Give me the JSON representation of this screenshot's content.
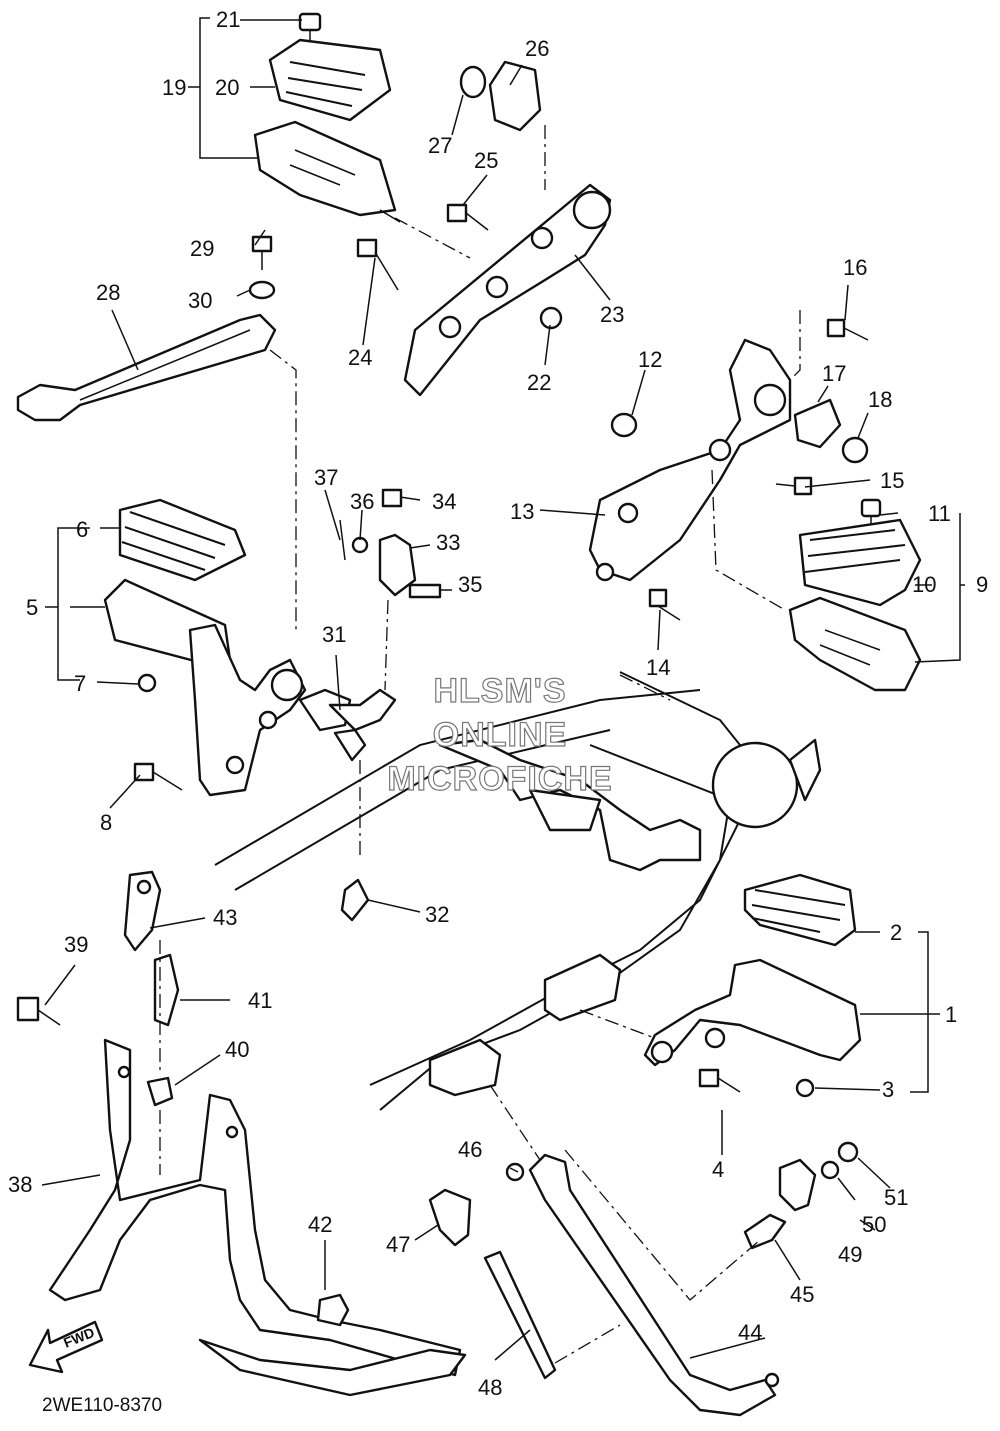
{
  "callouts": [
    "1",
    "2",
    "3",
    "4",
    "5",
    "6",
    "7",
    "8",
    "9",
    "10",
    "11",
    "12",
    "13",
    "14",
    "15",
    "16",
    "17",
    "18",
    "19",
    "20",
    "21",
    "22",
    "23",
    "24",
    "25",
    "26",
    "27",
    "28",
    "29",
    "30",
    "31",
    "32",
    "33",
    "34",
    "35",
    "36",
    "37",
    "38",
    "39",
    "40",
    "41",
    "42",
    "43",
    "44",
    "45",
    "46",
    "47",
    "48",
    "49",
    "50",
    "51"
  ],
  "watermark": {
    "line1": "HLSM'S",
    "line2": "ONLINE",
    "line3": "MICROFICHE"
  },
  "diagram_code": "2WE110-8370",
  "fwd_label": "FWD"
}
